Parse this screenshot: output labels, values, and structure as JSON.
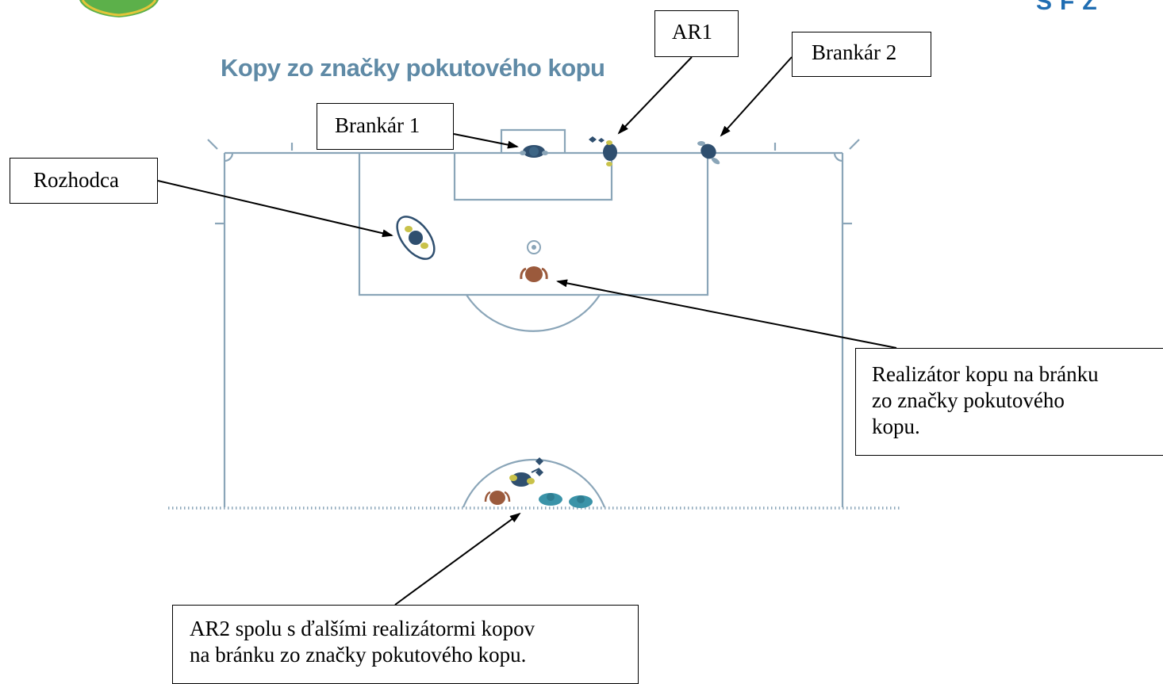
{
  "title": "Kopy zo značky pokutového kopu",
  "logo": {
    "text": "SFZ",
    "color": "#1f6db2",
    "badge_color": "#4caf50"
  },
  "colors": {
    "field_lines": "#8aa5b8",
    "referee_dark": "#2f4f6f",
    "referee_yellow": "#c9c24a",
    "kicker": "#9b5a3c",
    "team_teal": "#3a93a8"
  },
  "labels": {
    "ar1": "AR1",
    "goalkeeper2": "Brankár 2",
    "goalkeeper1": "Brankár 1",
    "referee": "Rozhodca",
    "kicker": [
      "Realizátor kopu na bránku",
      "zo značky pokutového",
      "kopu."
    ],
    "ar2": [
      "AR2 spolu s ďalšími realizátormi kopov",
      "na bránku zo značky pokutového kopu."
    ]
  }
}
